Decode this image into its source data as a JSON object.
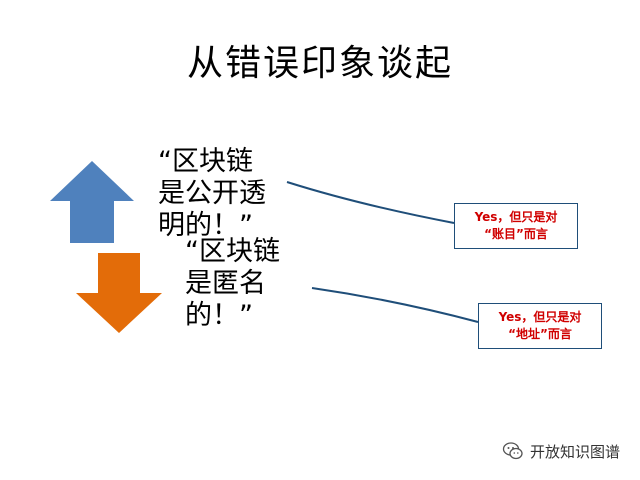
{
  "title": "从错误印象谈起",
  "claims": [
    {
      "text": "“区块链\n是公开透\n明的！”",
      "arrow_color": "#4f81bd",
      "arrow": "up"
    },
    {
      "text": "“区块链\n是匿名\n的！”",
      "arrow_color": "#e36c09",
      "arrow": "down"
    }
  ],
  "callouts": [
    {
      "line1": "Yes，但只是对",
      "line2": "“账目”而言"
    },
    {
      "line1": "Yes，但只是对",
      "line2": "“地址”而言"
    }
  ],
  "watermark": {
    "text": "开放知识图谱",
    "icon": "wechat-icon"
  },
  "colors": {
    "connector": "#1f4e79",
    "callout_text": "#d00000"
  }
}
